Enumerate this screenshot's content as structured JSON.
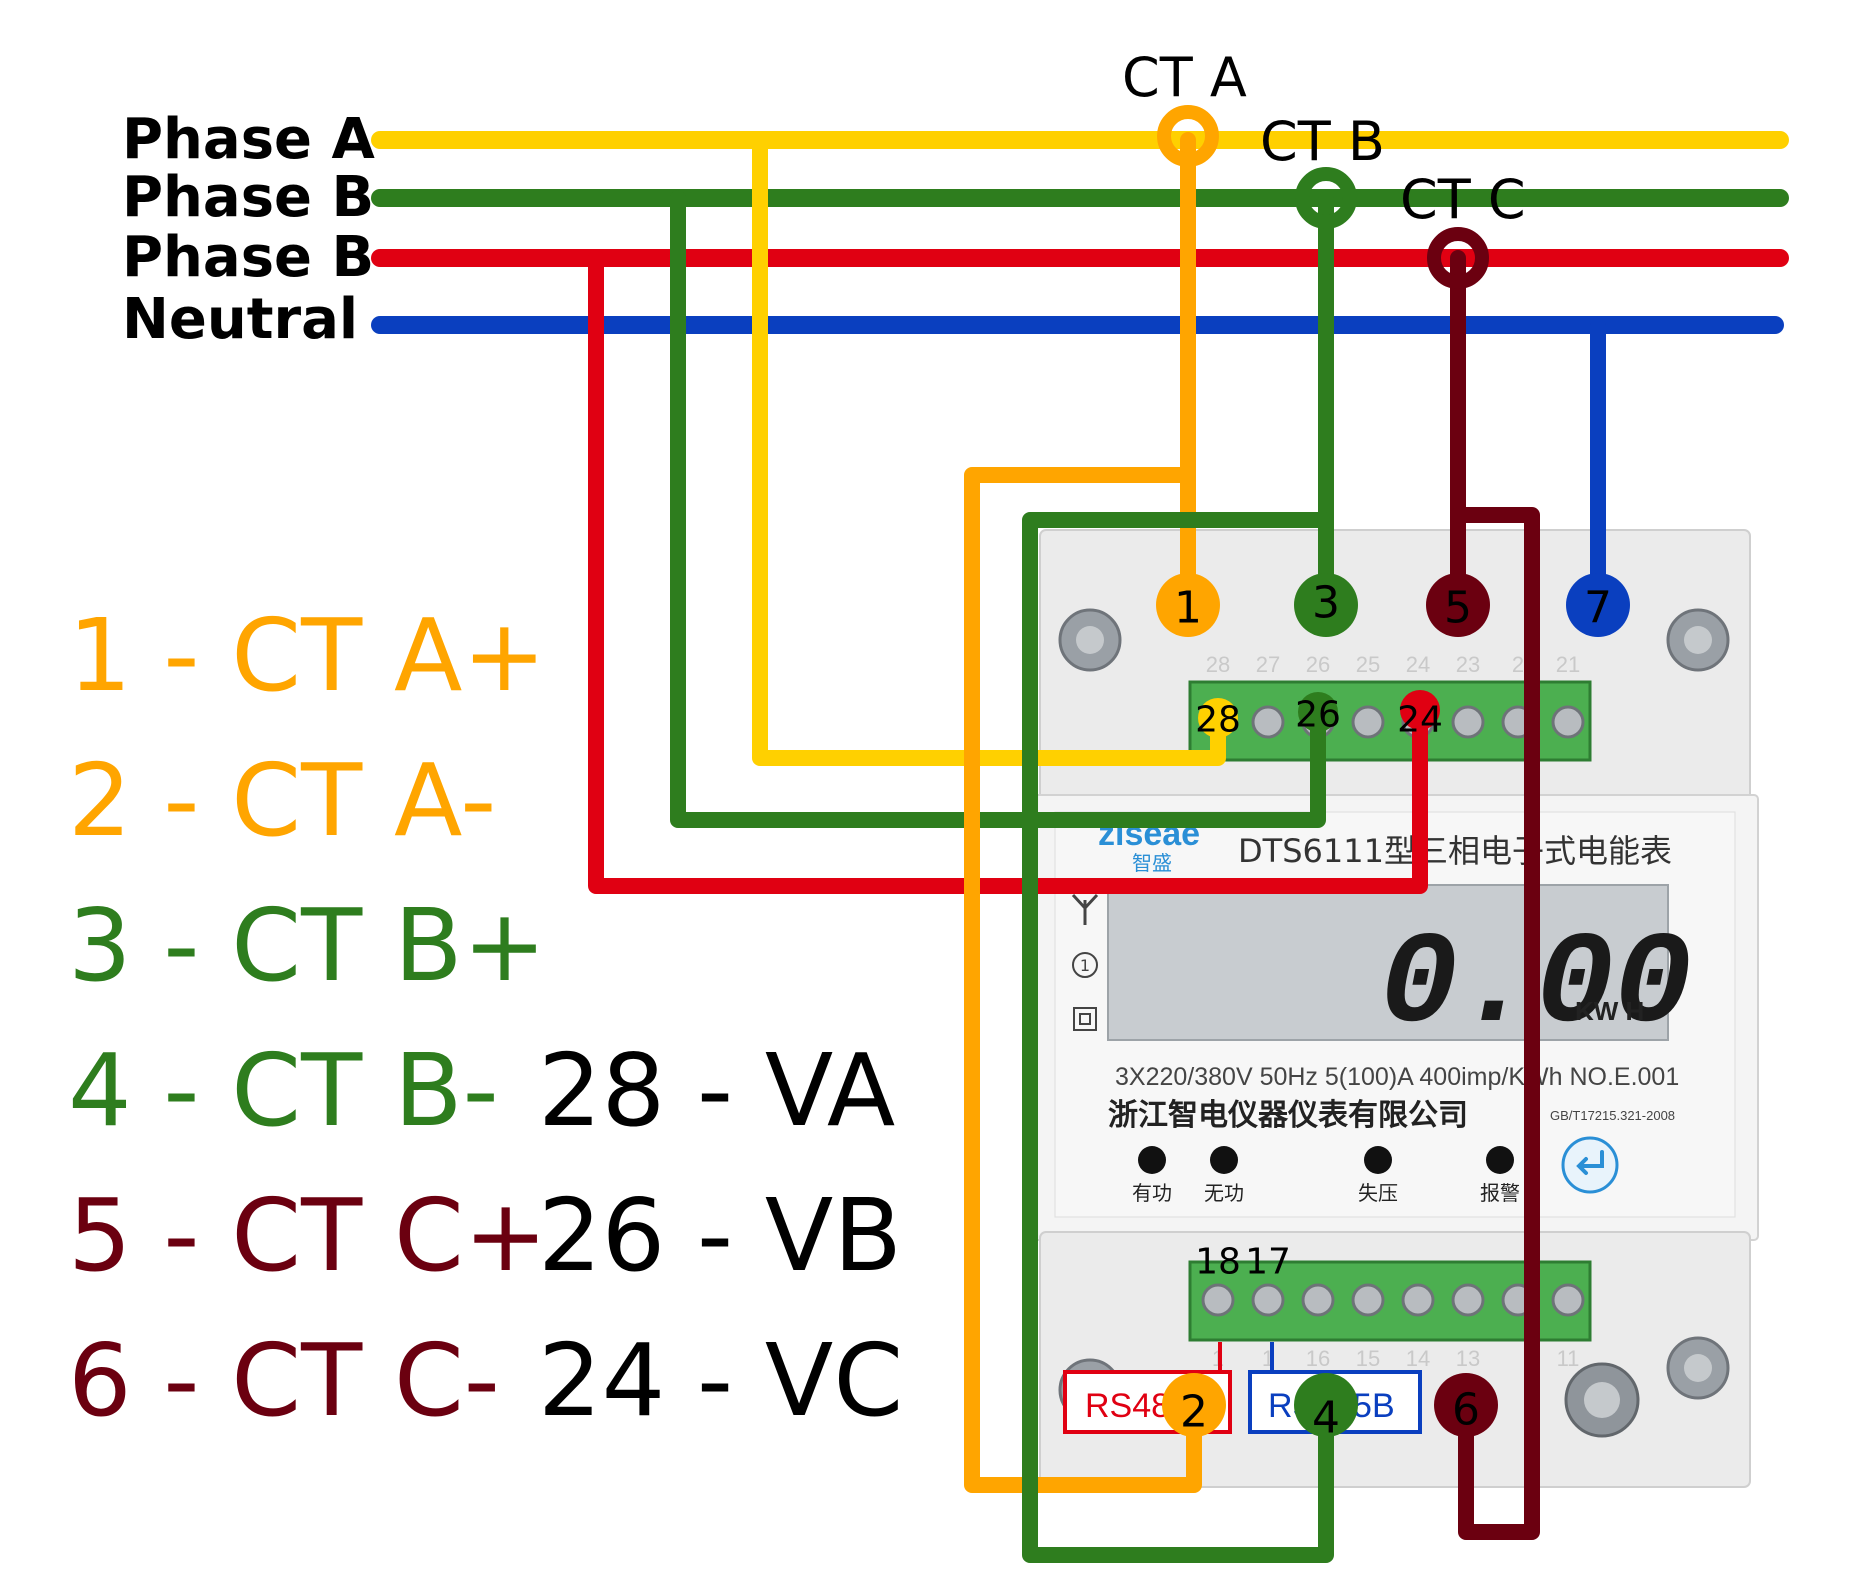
{
  "phases": [
    {
      "label": "Phase A",
      "color": "#FFD000"
    },
    {
      "label": "Phase B",
      "color": "#2E7D1E"
    },
    {
      "label": "Phase B",
      "color": "#E00012"
    },
    {
      "label": "Neutral",
      "color": "#0A3FBF"
    }
  ],
  "cts": [
    {
      "label": "CT A",
      "color": "#FFA500"
    },
    {
      "label": "CT B",
      "color": "#2E7D1E"
    },
    {
      "label": "CT C",
      "color": "#6B0010"
    }
  ],
  "terminals_top": [
    "1",
    "3",
    "5",
    "7"
  ],
  "terminals_bottom": [
    "2",
    "4",
    "6"
  ],
  "strip_top_labels": [
    "28",
    "26",
    "24"
  ],
  "strip_top_faint": [
    "28",
    "27",
    "26",
    "25",
    "24",
    "23",
    "2",
    "21"
  ],
  "strip_bottom_labels": [
    "18",
    "17"
  ],
  "strip_bottom_faint": [
    "1",
    "1",
    "16",
    "15",
    "14",
    "13",
    "",
    "11"
  ],
  "legend_ct": [
    {
      "text": "1 - CT A+",
      "color": "#FFA500"
    },
    {
      "text": "2 - CT A-",
      "color": "#FFA500"
    },
    {
      "text": "3 - CT B+",
      "color": "#2E7D1E"
    },
    {
      "text": "4 - CT B-",
      "color": "#2E7D1E"
    },
    {
      "text": "5 - CT C+",
      "color": "#6B0010"
    },
    {
      "text": "6 - CT C-",
      "color": "#6B0010"
    }
  ],
  "legend_voltage": [
    {
      "text": "28 - VA"
    },
    {
      "text": "26 - VB"
    },
    {
      "text": "24 - VC"
    }
  ],
  "meter": {
    "brand": "ziseae",
    "brand_cn": "智盛",
    "model": "DTS6111型三相电子式电能表",
    "reading": "0.00",
    "unit": "KW H",
    "spec": "3X220/380V 50Hz 5(100)A 400imp/KWh NO.E.001",
    "company": "浙江智电仪器仪表有限公司",
    "standard": "GB/T17215.321-2008",
    "indicators": [
      "有功",
      "无功",
      "失压",
      "报警"
    ],
    "rs485_a": "RS485A",
    "rs485_b": "RS485B"
  }
}
